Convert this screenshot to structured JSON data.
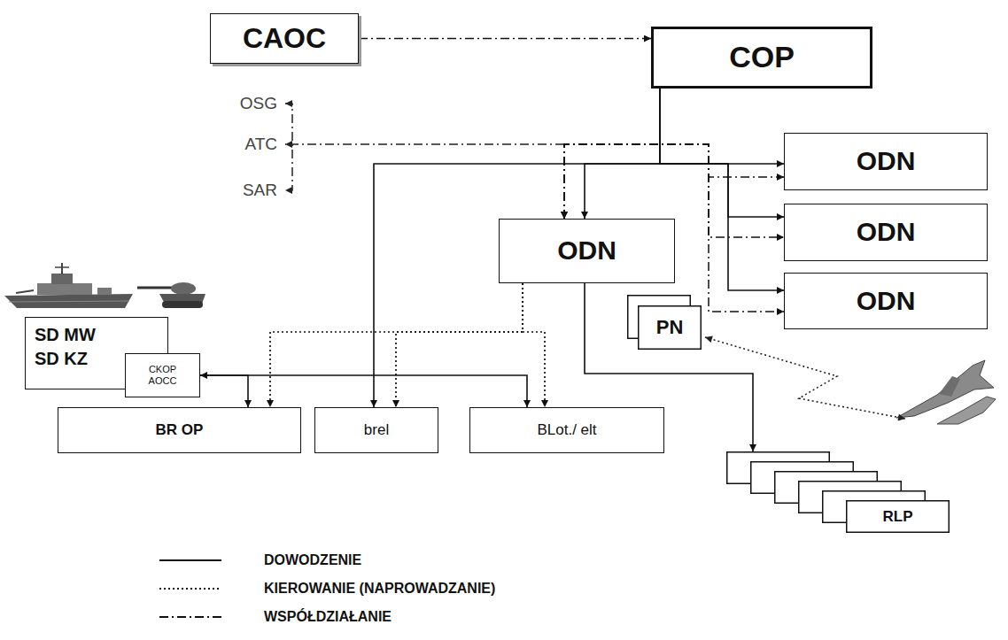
{
  "diagram": {
    "nodes": [
      {
        "text": [
          "CAOC"
        ]
      },
      {
        "text": [
          "COP"
        ]
      },
      {
        "text": [
          "ODN"
        ]
      },
      {
        "text": [
          "ODN"
        ]
      },
      {
        "text": [
          "ODN"
        ]
      },
      {
        "text": [
          "ODN"
        ]
      },
      {
        "text": [
          "PN"
        ]
      },
      {
        "text": [
          "SD MW",
          "SD KZ"
        ]
      },
      {
        "text": [
          "CKOP",
          "AOCC"
        ],
        "in": 7
      },
      {
        "text": [
          "BR OP"
        ]
      },
      {
        "text": [
          "brel"
        ]
      },
      {
        "text": [
          "BLot./ elt"
        ]
      },
      {
        "text": [
          "RLP"
        ]
      }
    ],
    "edges": [
      {
        "from": 0,
        "to": 1,
        "arrow": "to"
      },
      {
        "from": 1,
        "to": 3,
        "arrow": "to"
      },
      {
        "from": 1,
        "to": 10,
        "arrow": "to"
      },
      {
        "from": 1,
        "to": 2,
        "arrow": "to"
      },
      {
        "from": 1,
        "to": 4,
        "arrow": "to"
      },
      {
        "from": 1,
        "to": 5,
        "arrow": "to"
      },
      {
        "from": 3,
        "to": 2,
        "arrow": "both"
      },
      {
        "from": 3,
        "to": 4,
        "arrow": "both"
      },
      {
        "from": 3,
        "to": 5,
        "arrow": "both"
      },
      {
        "from": 3,
        "to": 9,
        "arrow": "to"
      },
      {
        "from": 3,
        "to": 10,
        "arrow": "to"
      },
      {
        "from": 3,
        "to": 11,
        "arrow": "to"
      },
      {
        "from": 3,
        "to": 12,
        "arrow": "to"
      },
      {
        "from": 8,
        "to": 11,
        "arrow": "both"
      },
      {
        "from": 8,
        "to": 9,
        "arrow": "to"
      }
    ],
    "labels": [
      "OSG",
      "ATC",
      "SAR"
    ],
    "legend": [
      {
        "text": "DOWODZENIE"
      },
      {
        "text": "KIEROWANIE (NAPROWADZANIE)"
      },
      {
        "text": "WSPÓŁDZIAŁANIE"
      }
    ]
  }
}
